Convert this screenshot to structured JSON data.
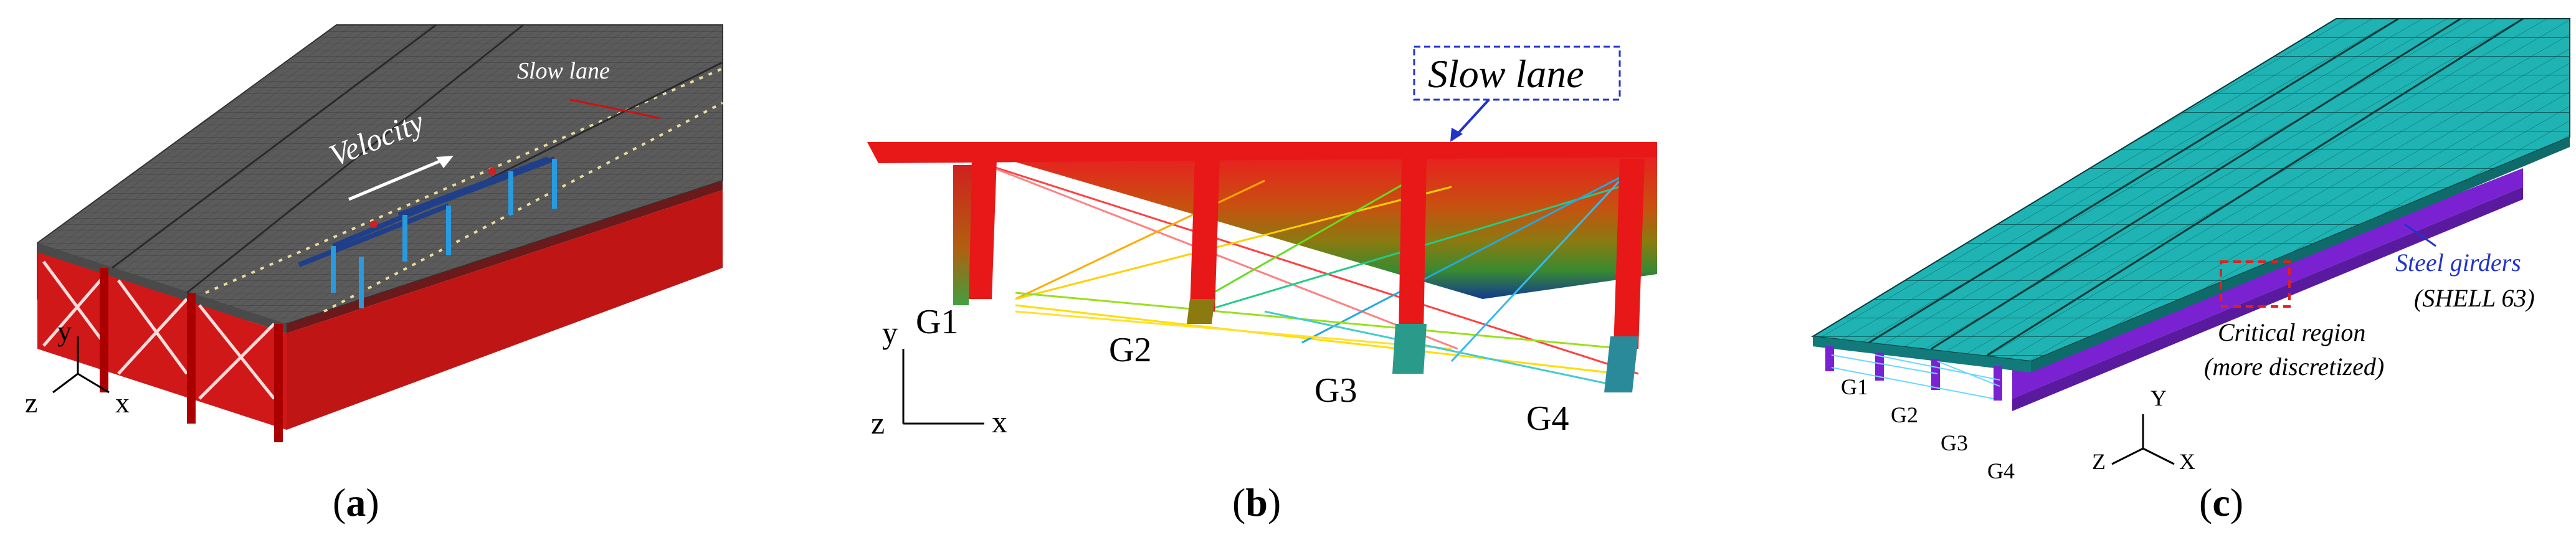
{
  "panels": [
    {
      "id": "a",
      "caption_open": "(",
      "caption_letter": "a",
      "caption_close": ")",
      "labels": {
        "slow_lane": "Slow lane",
        "velocity": "Velocity",
        "axis_y": "y",
        "axis_z": "z",
        "axis_x": "x"
      }
    },
    {
      "id": "b",
      "caption_open": "(",
      "caption_letter": "b",
      "caption_close": ")",
      "labels": {
        "slow_lane": "Slow lane",
        "g1": "G1",
        "g2": "G2",
        "g3": "G3",
        "g4": "G4",
        "axis_y": "y",
        "axis_z": "z",
        "axis_x": "x"
      }
    },
    {
      "id": "c",
      "caption_open": "(",
      "caption_letter": "c",
      "caption_close": ")",
      "labels": {
        "steel_girders_1": "Steel girders",
        "steel_girders_2": "(SHELL 63)",
        "critical_1": "Critical region",
        "critical_2": "(more discretized)",
        "g1": "G1",
        "g2": "G2",
        "g3": "G3",
        "g4": "G4",
        "axis_y": "Y",
        "axis_z": "Z",
        "axis_x": "X"
      }
    }
  ],
  "colors": {
    "deck_grey": "#5e5e5e",
    "girder_red": "#e01010",
    "deck_cyan": "#1fb3b3",
    "girder_purple": "#8a2be2",
    "callout_blue": "#2233cc",
    "critical_red": "#e02020"
  }
}
